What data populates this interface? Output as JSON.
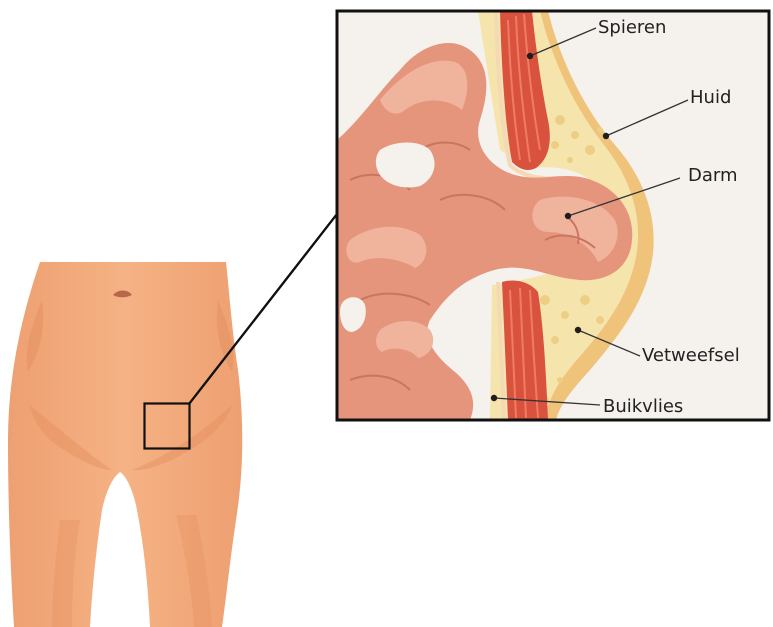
{
  "labels": {
    "spieren": "Spieren",
    "huid": "Huid",
    "darm": "Darm",
    "vetweefsel": "Vetweefsel",
    "buikvlies": "Buikvlies"
  },
  "colors": {
    "skin": "#f2aa79",
    "skin_shadow": "#e69466",
    "intestine": "#e6957d",
    "intestine_highlight": "#f0b39c",
    "intestine_shadow": "#c97560",
    "muscle": "#d9523d",
    "muscle_stripe": "#ef7b63",
    "fat": "#f6e4ad",
    "fat_dots": "#eccf84",
    "skin_layer": "#f0c37a",
    "inset_background": "#f5f1ec",
    "frame": "#111111"
  }
}
